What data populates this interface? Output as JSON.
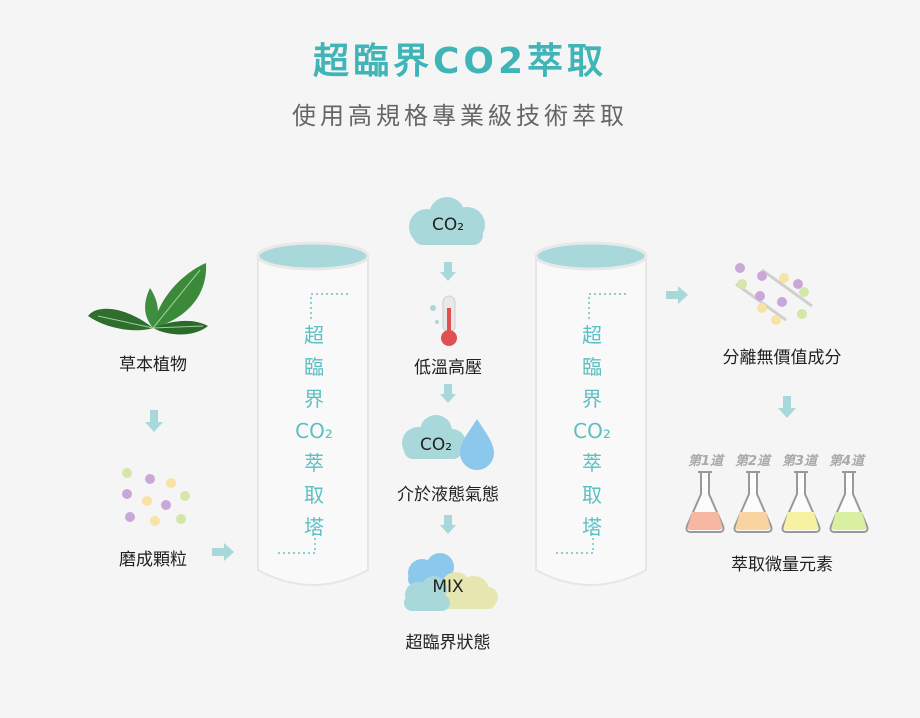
{
  "header": {
    "title": "超臨界CO2萃取",
    "subtitle": "使用高規格專業級技術萃取"
  },
  "left_column": {
    "plant_label": "草本植物",
    "particle_label": "磨成顆粒"
  },
  "tower_left": {
    "chars": [
      "超",
      "臨",
      "界",
      "CO₂",
      "萃",
      "取",
      "塔"
    ]
  },
  "tower_right": {
    "chars": [
      "超",
      "臨",
      "界",
      "CO₂",
      "萃",
      "取",
      "塔"
    ]
  },
  "center_column": {
    "co2_cloud": "CO₂",
    "thermometer_label": "低溫高壓",
    "co2_drop_cloud": "CO₂",
    "intermediate_label": "介於液態氣態",
    "mix_cloud": "MIX",
    "supercritical_label": "超臨界狀態"
  },
  "right_column": {
    "separation_label": "分離無價值成分",
    "stages": [
      "第1道",
      "第2道",
      "第3道",
      "第4道"
    ],
    "trace_label": "萃取微量元素"
  },
  "colors": {
    "accent": "#3fb5b8",
    "tower_top": "#a8d8da",
    "flask1": "#f7b7a3",
    "flask2": "#f9d4a1",
    "flask3": "#f7f1a2",
    "flask4": "#d9f0a3"
  }
}
